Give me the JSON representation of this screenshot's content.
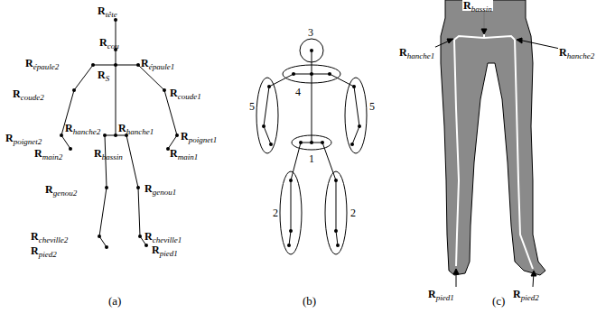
{
  "diagram": {
    "labels": [
      "Rtête",
      "Rcou",
      "Répaule2",
      "Répaule1",
      "RS",
      "Rcoude2",
      "Rcoude1",
      "Rhanche2",
      "Rhanche1",
      "Rpoignet2",
      "Rpoignet1",
      "Rmain2",
      "Rmain1",
      "Rbassin",
      "Rgenou2",
      "Rgenou1",
      "Rcheville2",
      "Rcheville1",
      "Rpied2",
      "Rpied1",
      "3",
      "4",
      "5",
      "5",
      "1",
      "2",
      "2",
      "Rbassin",
      "Rhanche1",
      "Rhanche2",
      "Rpied1",
      "Rpied2",
      "(a)",
      "(b)",
      "(c)"
    ]
  }
}
